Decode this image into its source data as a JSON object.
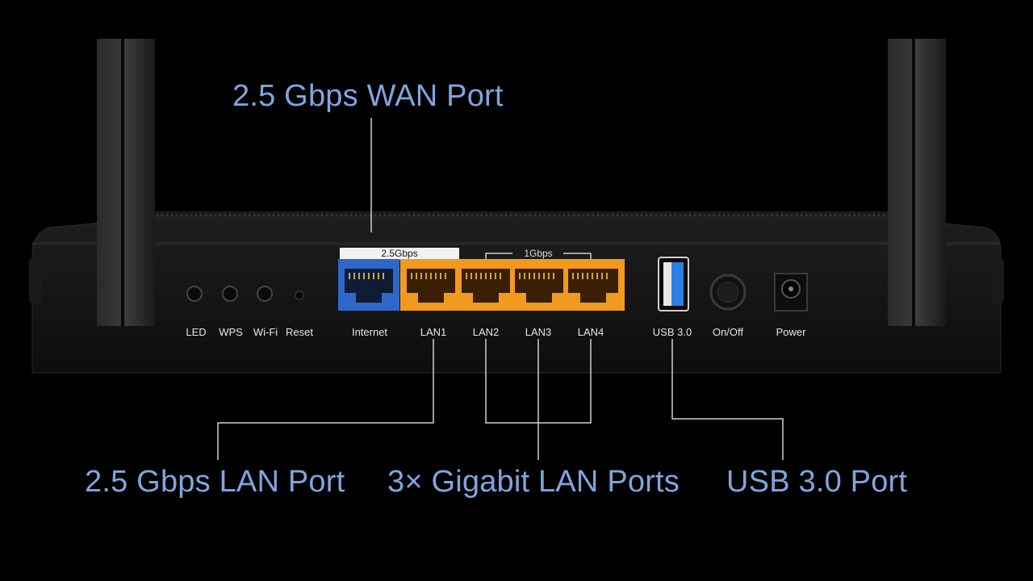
{
  "callouts": {
    "wan": "2.5 Gbps WAN Port",
    "lan25": "2.5 Gbps LAN Port",
    "gigabit": "3× Gigabit LAN Ports",
    "usb": "USB 3.0 Port"
  },
  "speeds": {
    "wan_group": "2.5Gbps",
    "gigabit_group": "1Gbps"
  },
  "ports": {
    "led": "LED",
    "wps": "WPS",
    "wifi": "Wi-Fi",
    "reset": "Reset",
    "internet": "Internet",
    "lan1": "LAN1",
    "lan2": "LAN2",
    "lan3": "LAN3",
    "lan4": "LAN4",
    "usb": "USB 3.0",
    "onoff": "On/Off",
    "power": "Power"
  },
  "colors": {
    "callout": "#7fa6de",
    "wan_port": "#2f67c9",
    "lan_port": "#f29a1e",
    "usb_port": "#2a7fe0",
    "body": "#141414",
    "leader_line": "#cfcfcf"
  }
}
